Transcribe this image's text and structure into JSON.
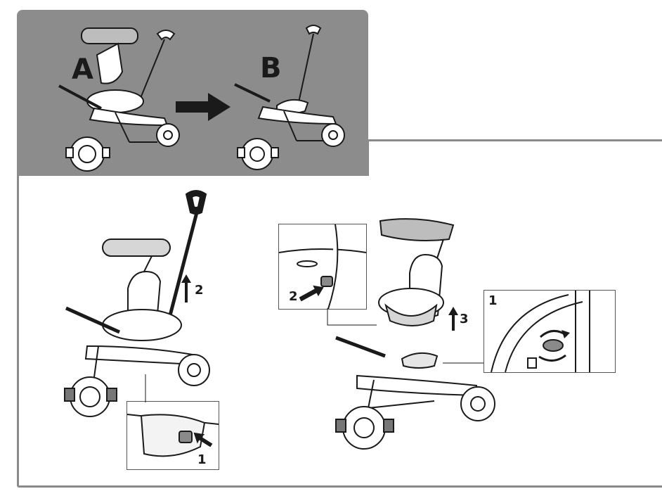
{
  "colors": {
    "panel": "#8c8c8c",
    "frame": "#8a8a8a",
    "ink": "#1a1a1a",
    "canopy": "#bdbdbd"
  },
  "top": {
    "label_a": "A",
    "label_b": "B"
  },
  "left_figure": {
    "step_push_handle": "2",
    "step_button": "1"
  },
  "right_figure": {
    "step_latch_inset": "1",
    "step_button_inset": "2",
    "step_lift_seat": "3"
  },
  "icons": [
    "arrow-right-icon",
    "arrow-up-icon",
    "rotate-icon"
  ]
}
